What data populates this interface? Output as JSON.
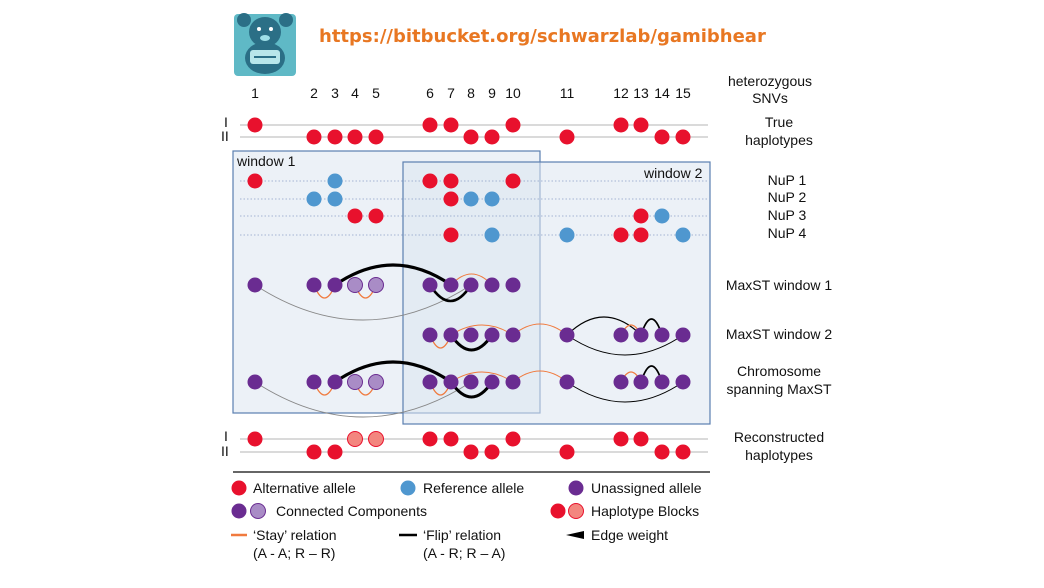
{
  "header": {
    "url_text": "https://bitbucket.org/schwarzlab/gamibhear"
  },
  "snv_numbers": [
    "1",
    "2",
    "3",
    "4",
    "5",
    "6",
    "7",
    "8",
    "9",
    "10",
    "11",
    "12",
    "13",
    "14",
    "15"
  ],
  "row_labels": {
    "snvs": [
      "heterozygous",
      "SNVs"
    ],
    "true_haplotypes": [
      "True",
      "haplotypes"
    ],
    "nup1": "NuP 1",
    "nup2": "NuP 2",
    "nup3": "NuP 3",
    "nup4": "NuP 4",
    "maxst_w1": "MaxST window 1",
    "maxst_w2": "MaxST window 2",
    "chromosome": [
      "Chromosome",
      "spanning MaxST"
    ],
    "reconstructed": [
      "Reconstructed",
      "haplotypes"
    ]
  },
  "haplotype_marks": {
    "one": "I",
    "two": "II"
  },
  "windows": {
    "w1": "window 1",
    "w2": "window 2"
  },
  "colors": {
    "alt": "#e8112d",
    "alt_light": "#f3867f",
    "ref": "#4f97cf",
    "unassigned": "#6a2c91",
    "unassigned_light": "#a98cc6",
    "stay": "#f07a3e",
    "flip": "#000000",
    "window_fill": "#dde6f0",
    "window_stroke": "#5b7fb0",
    "line": "#c4c4c4"
  },
  "legend": {
    "alt": "Alternative allele",
    "ref": "Reference allele",
    "unassigned": "Unassigned allele",
    "connected": "Connected Components",
    "blocks": "Haplotype Blocks",
    "stay_1": "‘Stay’ relation",
    "stay_2": "(A - A; R – R)",
    "flip_1": "‘Flip’ relation",
    "flip_2": "(A - R; R – A)",
    "weight": "Edge weight"
  }
}
